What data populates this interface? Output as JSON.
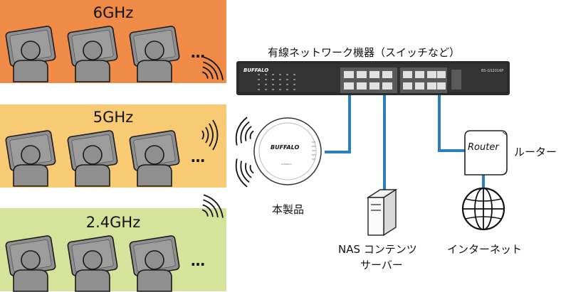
{
  "bands": [
    {
      "label": "6GHz",
      "color": "#ef8a47"
    },
    {
      "label": "5GHz",
      "color": "#f8ca73"
    },
    {
      "label": "2.4GHz",
      "color": "#d6e39b"
    }
  ],
  "ellipsis": "…",
  "switch": {
    "title": "有線ネットワーク機器（スイッチなど）",
    "brand": "BUFFALO",
    "model": "BS-GS2016P"
  },
  "access_point": {
    "label": "本製品",
    "brand": "BUFFALO"
  },
  "nas": {
    "label_line1": "NAS コンテンツ",
    "label_line2": "サーバー"
  },
  "router": {
    "box_label": "Router",
    "label": "ルーター"
  },
  "internet": {
    "label": "インターネット"
  },
  "colors": {
    "cable": "#2a7fc0",
    "switch_body": "#2b2b2b",
    "user": "#8f8f8f"
  },
  "icons": [
    "tablet-user-icon",
    "wifi-signal-icon",
    "globe-icon",
    "server-icon"
  ]
}
